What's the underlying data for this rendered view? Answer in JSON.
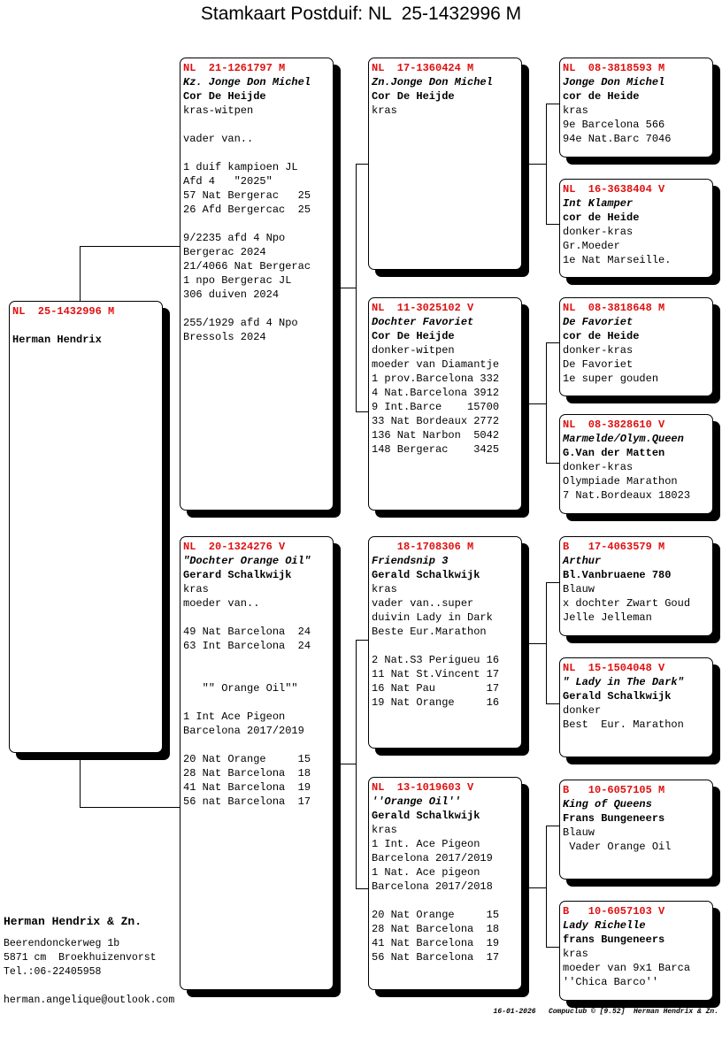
{
  "title": "Stamkaart Postduif: NL  25-1432996 M",
  "pigeons": {
    "subject": [
      "NL  25-1432996 M",
      "",
      "Herman Hendrix"
    ],
    "sire": [
      "NL  21-1261797 M",
      "Kz. Jonge Don Michel",
      "Cor De Heijde",
      "kras-witpen",
      "",
      "vader van..",
      "",
      "1 duif kampioen JL",
      "Afd 4   \"2025\"",
      "57 Nat Bergerac   25",
      "26 Afd Bergercac  25",
      "",
      "9/2235 afd 4 Npo",
      "Bergerac 2024",
      "21/4066 Nat Bergerac",
      "1 npo Bergerac JL",
      "306 duiven 2024",
      "",
      "255/1929 afd 4 Npo",
      "Bressols 2024"
    ],
    "dam": [
      "NL  20-1324276 V",
      "\"Dochter Orange Oil\"",
      "Gerard Schalkwijk",
      "kras",
      "moeder van..",
      "",
      "49 Nat Barcelona  24",
      "63 Int Barcelona  24",
      "",
      "",
      "   \"\" Orange Oil\"\"",
      "",
      "1 Int Ace Pigeon",
      "Barcelona 2017/2019",
      "",
      "20 Nat Orange     15",
      "28 Nat Barcelona  18",
      "41 Nat Barcelona  19",
      "56 nat Barcelona  17"
    ],
    "ss": [
      "NL  17-1360424 M",
      "Zn.Jonge Don Michel",
      "Cor De Heijde",
      "kras"
    ],
    "sd": [
      "NL  11-3025102 V",
      "Dochter Favoriet",
      "Cor De Heijde",
      "donker-witpen",
      "moeder van Diamantje",
      "1 prov.Barcelona 332",
      "4 Nat.Barcelona 3912",
      "9 Int.Barce    15700",
      "33 Nat Bordeaux 2772",
      "136 Nat Narbon  5042",
      "148 Bergerac    3425"
    ],
    "ds": [
      "    18-1708306 M",
      "Friendsnip 3",
      "Gerald Schalkwijk",
      "kras",
      "vader van..super",
      "duivin Lady in Dark",
      "Beste Eur.Marathon",
      "",
      "2 Nat.S3 Perigueu 16",
      "11 Nat St.Vincent 17",
      "16 Nat Pau        17",
      "19 Nat Orange     16"
    ],
    "dd": [
      "NL  13-1019603 V",
      "''Orange Oil''",
      "Gerald Schalkwijk",
      "kras",
      "1 Int. Ace Pigeon",
      "Barcelona 2017/2019",
      "1 Nat. Ace pigeon",
      "Barcelona 2017/2018",
      "",
      "20 Nat Orange     15",
      "28 Nat Barcelona  18",
      "41 Nat Barcelona  19",
      "56 Nat Barcelona  17"
    ],
    "sss": [
      "NL  08-3818593 M",
      "Jonge Don Michel",
      "cor de Heide",
      "kras",
      "9e Barcelona 566",
      "94e Nat.Barc 7046"
    ],
    "ssd": [
      "NL  16-3638404 V",
      "Int Klamper",
      "cor de Heide",
      "donker-kras",
      "Gr.Moeder",
      "1e Nat Marseille."
    ],
    "sds": [
      "NL  08-3818648 M",
      "De Favoriet",
      "cor de Heide",
      "donker-kras",
      "De Favoriet",
      "1e super gouden"
    ],
    "sdd": [
      "NL  08-3828610 V",
      "Marmelde/Olym.Queen",
      "G.Van der Matten",
      "donker-kras",
      "Olympiade Marathon",
      "7 Nat.Bordeaux 18023"
    ],
    "dss": [
      "B   17-4063579 M",
      "Arthur",
      "Bl.Vanbruaene 780",
      "Blauw",
      "x dochter Zwart Goud",
      "Jelle Jelleman"
    ],
    "dsd": [
      "NL  15-1504048 V",
      "\" Lady in The Dark\"",
      "Gerald Schalkwijk",
      "donker",
      "Best  Eur. Marathon"
    ],
    "dds": [
      "B   10-6057105 M",
      "King of Queens",
      "Frans Bungeneers",
      "Blauw",
      " Vader Orange Oil"
    ],
    "ddd": [
      "B   10-6057103 V",
      "Lady Richelle",
      "frans Bungeneers",
      "kras",
      "moeder van 9x1 Barca",
      "''Chica Barco''"
    ]
  },
  "owner": {
    "name": "Herman Hendrix & Zn.",
    "street": "Beerendonckerweg 1b",
    "city": "5871 cm  Broekhuizenvorst",
    "phone": "Tel.:06-22405958",
    "email": "herman.angelique@outlook.com"
  },
  "footer": "16-01-2026   Compuclub © [9.52]  Herman Hendrix & Zn."
}
